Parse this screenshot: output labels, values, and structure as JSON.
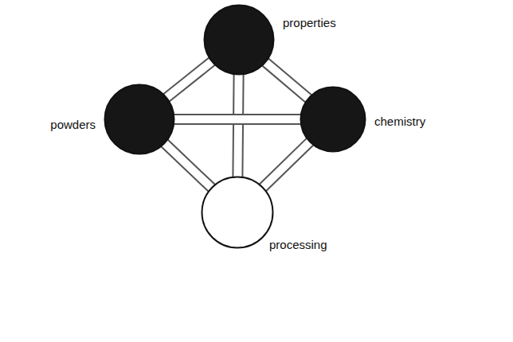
{
  "diagram": {
    "nodes": [
      {
        "text": [
          "properties"
        ]
      },
      {
        "text": [
          "powders"
        ]
      },
      {
        "text": [
          "chemistry"
        ]
      },
      {
        "text": [
          "processing"
        ]
      }
    ],
    "edges": [
      {
        "from": 0,
        "to": 1,
        "arrow": "none"
      },
      {
        "from": 0,
        "to": 2,
        "arrow": "none"
      },
      {
        "from": 0,
        "to": 3,
        "arrow": "none"
      },
      {
        "from": 1,
        "to": 2,
        "arrow": "none"
      },
      {
        "from": 1,
        "to": 3,
        "arrow": "none"
      },
      {
        "from": 2,
        "to": 3,
        "arrow": "none"
      }
    ]
  }
}
